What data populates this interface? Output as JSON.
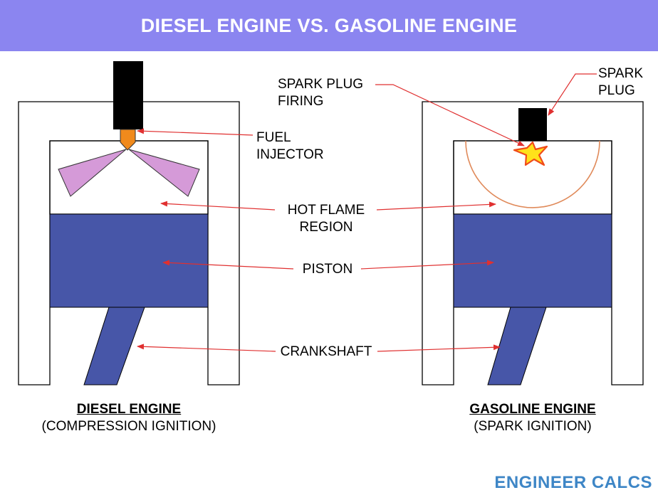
{
  "title": "DIESEL ENGINE VS. GASOLINE ENGINE",
  "labels": {
    "fuel_injector": [
      "FUEL",
      "INJECTOR"
    ],
    "spark_plug_firing": [
      "SPARK PLUG",
      "FIRING"
    ],
    "spark_plug": [
      "SPARK",
      "PLUG"
    ],
    "hot_flame_region": [
      "HOT FLAME",
      "REGION"
    ],
    "piston": "PISTON",
    "crankshaft": "CRANKSHAFT"
  },
  "diesel": {
    "title": "DIESEL ENGINE",
    "subtitle": "(COMPRESSION IGNITION)"
  },
  "gasoline": {
    "title": "GASOLINE ENGINE",
    "subtitle": "(SPARK IGNITION)"
  },
  "brand": "ENGINEER CALCS",
  "colors": {
    "header": "#8b85f0",
    "piston": "#4756a8",
    "spray": "#d59ad8",
    "injector_tip": "#f08a1c",
    "arrow": "#e03030",
    "spark_fill": "#ffe21a",
    "spark_stroke": "#f04b1a",
    "flame_arc": "#e08a5a",
    "brand": "#3e86c6"
  }
}
